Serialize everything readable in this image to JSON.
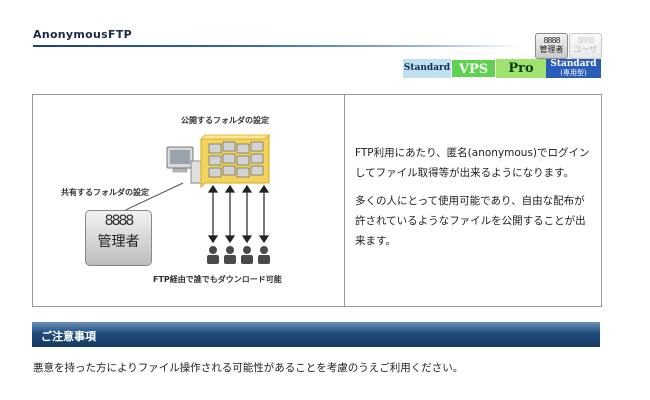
{
  "header": {
    "title": "AnonymousFTP",
    "role_icons": [
      {
        "people": "8888",
        "label": "管理者",
        "active": true
      },
      {
        "people": "8888",
        "label": "ユーザ",
        "active": false
      }
    ],
    "plans": [
      "Standard",
      "VPS",
      "Pro",
      "Standard",
      "(専用型)"
    ]
  },
  "illustration": {
    "public_folder_label": "公開するフォルダの設定",
    "shared_folder_label": "共有するフォルダの設定",
    "admin_people": "8888",
    "admin_label": "管理者",
    "ftp_label": "FTP経由で誰でもダウンロード可能"
  },
  "description": {
    "paragraph1": "FTP利用にあたり、匿名(anonymous)でログインしてファイル取得等が出来るようになります。",
    "paragraph2": "多くの人にとって使用可能であり、自由な配布が許されているようなファイルを公開することが出来ます。"
  },
  "notice": {
    "heading": "ご注意事項",
    "text": "悪意を持った方によりファイル操作される可能性があることを考慮のうえご利用ください。"
  }
}
